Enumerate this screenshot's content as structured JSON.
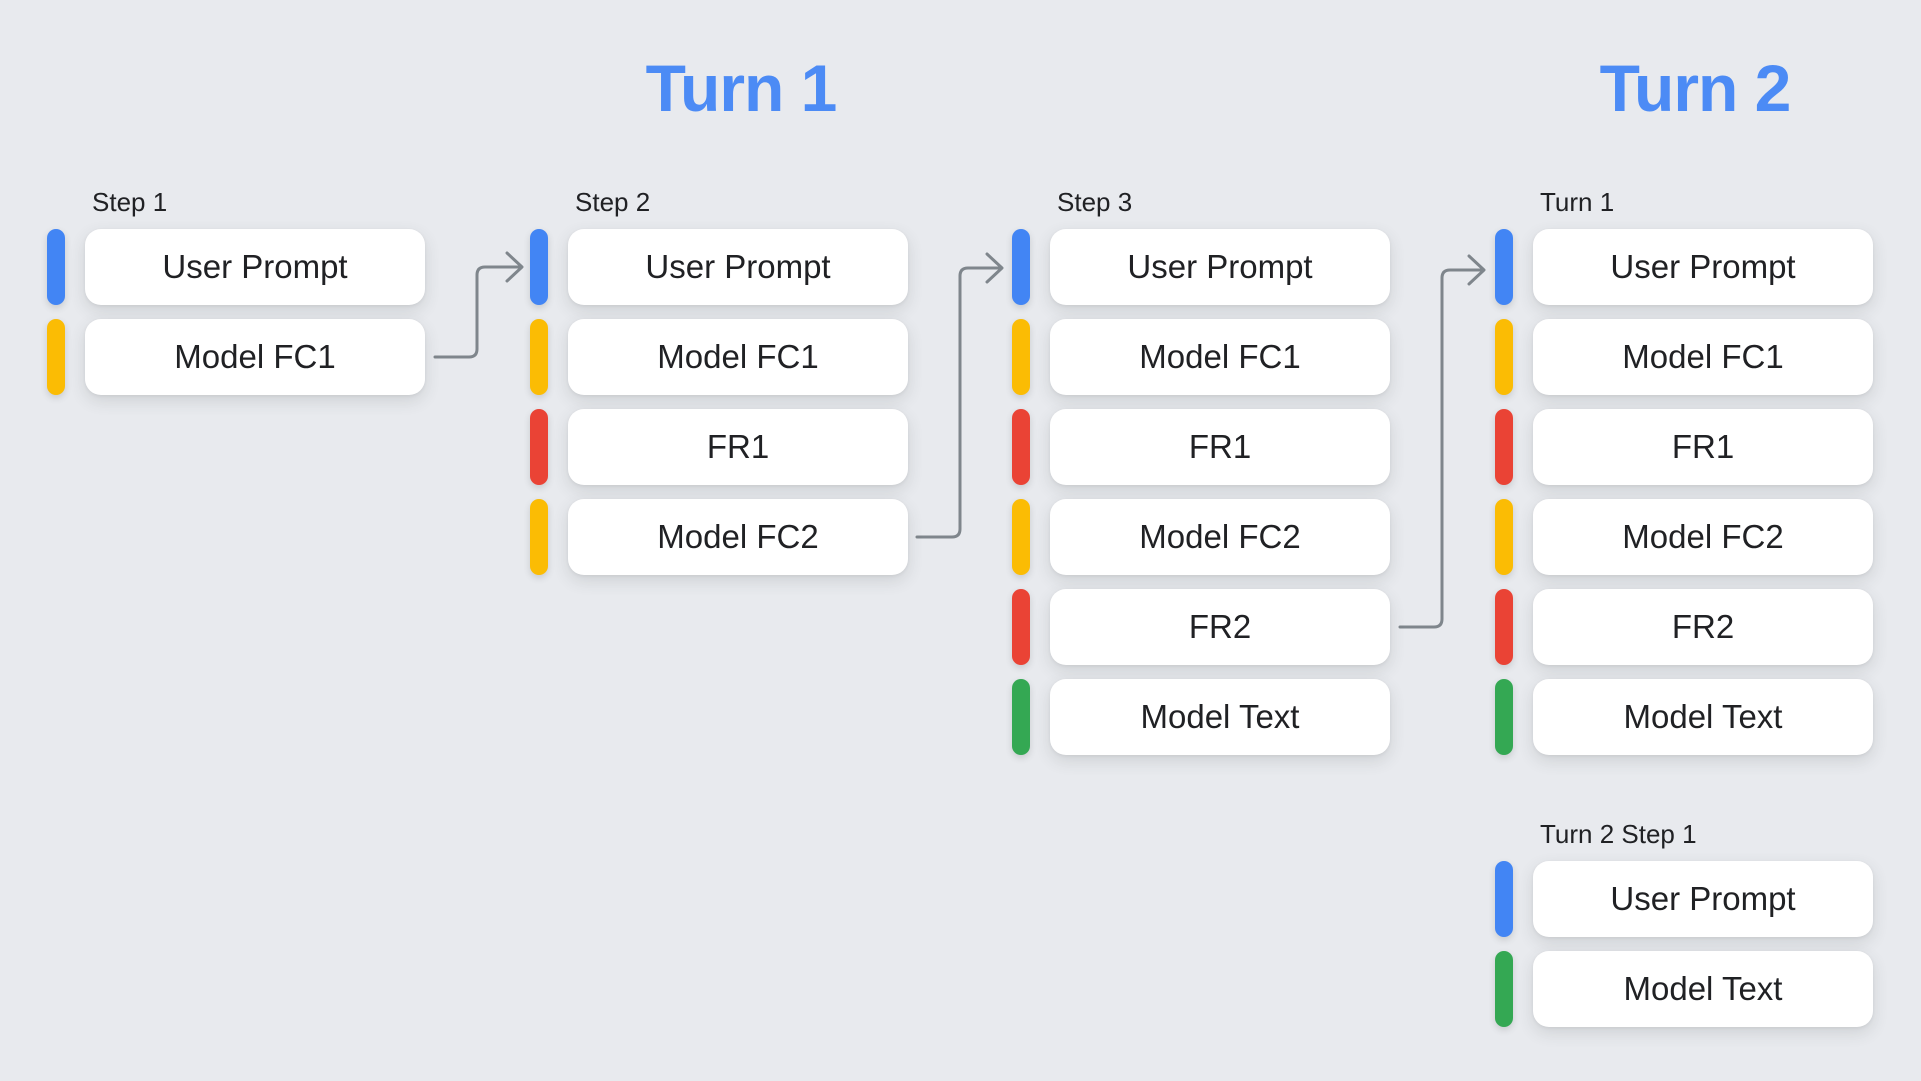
{
  "palette": {
    "page_bg": "#E8EAEE",
    "card_bg": "#FFFFFF",
    "text": "#202124",
    "heading": "#4C8BF5",
    "arrow": "#7F868C",
    "blue": "#4285F4",
    "yellow": "#FBBC04",
    "red": "#EA4335",
    "green": "#34A853"
  },
  "headings": {
    "turn1": "Turn 1",
    "turn2": "Turn 2"
  },
  "groups": [
    {
      "label": "Step 1",
      "cards": [
        {
          "label": "User Prompt",
          "color": "blue"
        },
        {
          "label": "Model FC1",
          "color": "yellow"
        }
      ]
    },
    {
      "label": "Step 2",
      "cards": [
        {
          "label": "User Prompt",
          "color": "blue"
        },
        {
          "label": "Model FC1",
          "color": "yellow"
        },
        {
          "label": "FR1",
          "color": "red"
        },
        {
          "label": "Model FC2",
          "color": "yellow"
        }
      ]
    },
    {
      "label": "Step 3",
      "cards": [
        {
          "label": "User Prompt",
          "color": "blue"
        },
        {
          "label": "Model FC1",
          "color": "yellow"
        },
        {
          "label": "FR1",
          "color": "red"
        },
        {
          "label": "Model FC2",
          "color": "yellow"
        },
        {
          "label": "FR2",
          "color": "red"
        },
        {
          "label": "Model Text",
          "color": "green"
        }
      ]
    },
    {
      "label": "Turn 1",
      "cards": [
        {
          "label": "User Prompt",
          "color": "blue"
        },
        {
          "label": "Model FC1",
          "color": "yellow"
        },
        {
          "label": "FR1",
          "color": "red"
        },
        {
          "label": "Model FC2",
          "color": "yellow"
        },
        {
          "label": "FR2",
          "color": "red"
        },
        {
          "label": "Model Text",
          "color": "green"
        }
      ]
    },
    {
      "label": "Turn 2 Step 1",
      "cards": [
        {
          "label": "User Prompt",
          "color": "blue"
        },
        {
          "label": "Model Text",
          "color": "green"
        }
      ]
    }
  ]
}
